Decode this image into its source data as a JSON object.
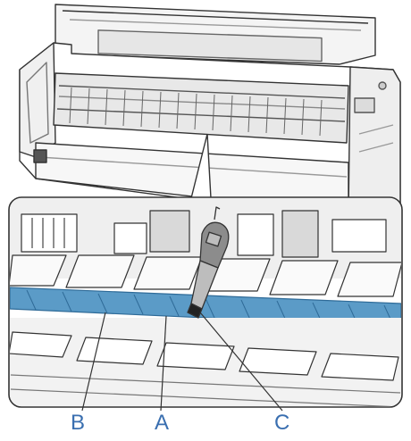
{
  "callouts": {
    "a": "A",
    "b": "B",
    "c": "C"
  },
  "colors": {
    "guide_highlight": "#5b9bc7",
    "callout_text": "#3a6fb0",
    "line_art": "#333333",
    "panel_fill": "#ffffff",
    "shade_light": "#f2f2f2",
    "shade_mid": "#d9d9d9",
    "shade_dark": "#8c8c8c"
  },
  "icons": [
    "printer-illustration",
    "cleaning-brush-icon"
  ]
}
